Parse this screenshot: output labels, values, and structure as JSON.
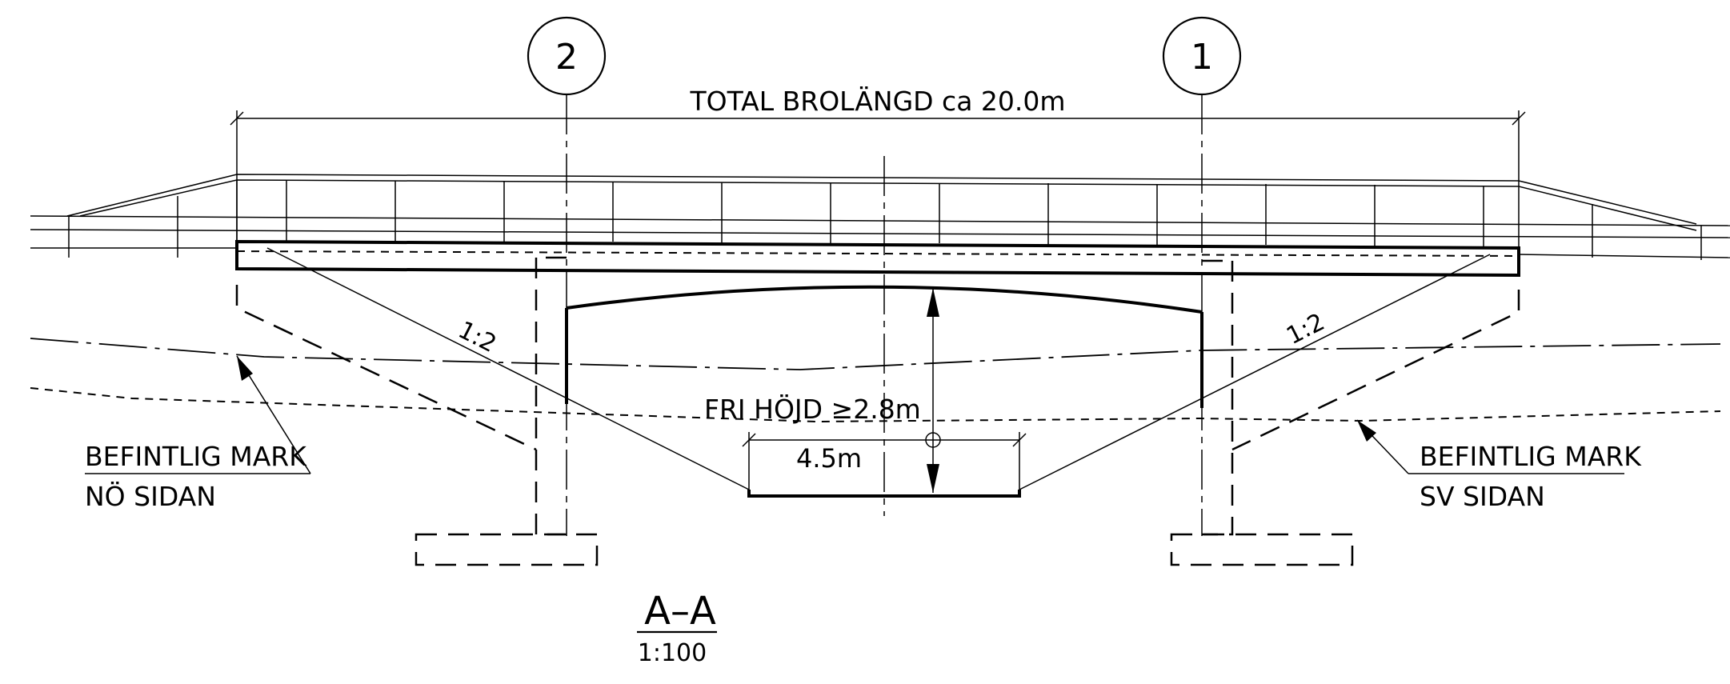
{
  "drawing": {
    "axis_labels": {
      "left": "2",
      "right": "1"
    },
    "total_length": "TOTAL BROLÄNGD ca 20.0m",
    "slope_left": "1:2",
    "slope_right": "1:2",
    "clearance": "FRI HÖJD ≥2.8m",
    "span_width": "4.5m",
    "ground_left": {
      "line1": "BEFINTLIG MARK",
      "line2": "NÖ SIDAN"
    },
    "ground_right": {
      "line1": "BEFINTLIG MARK",
      "line2": "SV SIDAN"
    },
    "section_title": "A–A",
    "scale": "1:100"
  }
}
